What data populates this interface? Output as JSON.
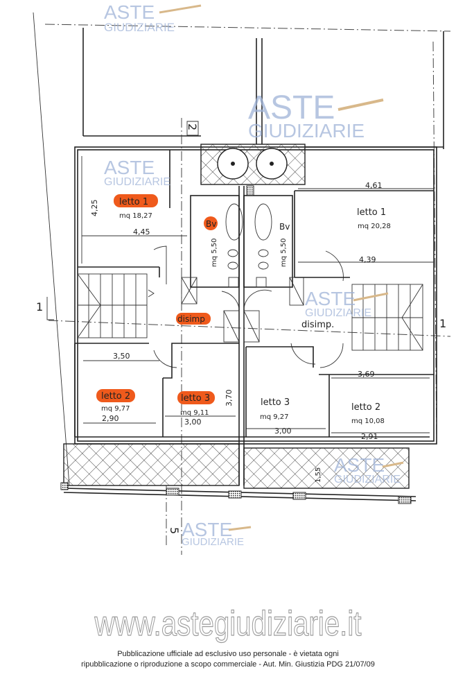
{
  "plan": {
    "rooms": {
      "left_letto1": {
        "name": "letto  1",
        "area": "mq  18,27",
        "dim_h": "4,25",
        "dim_w": "4,45"
      },
      "left_bath": {
        "name": "Bv",
        "area": "mq  5,50"
      },
      "right_bath": {
        "name": "Bv",
        "area": "mq  5,50"
      },
      "right_letto1": {
        "name": "letto  1",
        "area": "mq  20,28",
        "dim_top": "4,61",
        "dim_bottom": "4,39"
      },
      "left_disimp": {
        "name": "disimp"
      },
      "right_disimp": {
        "name": "disimp."
      },
      "left_letto2": {
        "name": "letto  2",
        "area": "mq  9,77",
        "dim_top": "3,50",
        "dim_bottom": "2,90"
      },
      "left_letto3": {
        "name": "letto  3",
        "area": "mq  9,11",
        "dim_bottom": "3,00",
        "dim_side": "3,70"
      },
      "right_letto3": {
        "name": "letto  3",
        "area": "mq  9,27",
        "dim_bottom": "3,00"
      },
      "right_letto2": {
        "name": "letto  2",
        "area": "mq  10,08",
        "dim_top": "3,69",
        "dim_bottom": "2,91"
      },
      "terrace": {
        "dim": "1,55"
      }
    },
    "axis_labels": {
      "a2": "2",
      "a1_left": "1",
      "a1_right": "1",
      "a5": "5"
    },
    "highlight_color": "#ef5a1c"
  },
  "watermark": {
    "line1": "ASTE",
    "line2": "GIUDIZIARIE"
  },
  "footer": {
    "site": "www.astegiudiziarie.it",
    "notice_line1": "Pubblicazione ufficiale ad esclusivo uso personale - è vietata ogni",
    "notice_line2": "ripubblicazione o riproduzione a scopo commerciale - Aut. Min. Giustizia PDG 21/07/09"
  }
}
